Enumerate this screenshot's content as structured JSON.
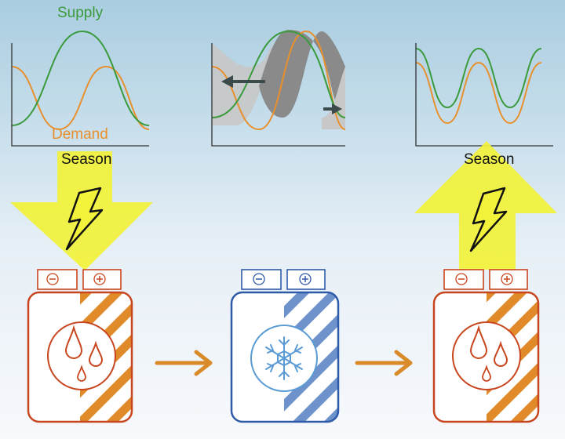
{
  "labels": {
    "supply": "Supply",
    "demand": "Demand",
    "season_left": "Season",
    "season_right": "Season"
  },
  "colors": {
    "supply": "#3a9a3c",
    "demand": "#e8902e",
    "warm_battery": "#c8461f",
    "cold_battery": "#2f5aa8",
    "hatch_warm": "#e08a2a",
    "hatch_cold": "#6e93cc",
    "energy_arrow": "#f2f23a",
    "flow_arrow": "#d98b2a",
    "shift_arrow": "#3b4a4a",
    "shade_light": "#c8c8c8",
    "shade_dark": "#8a8a8a"
  },
  "icons": {
    "left_arrow": "lightning-bolt-icon",
    "right_arrow": "lightning-bolt-icon",
    "warm_battery": "heat-droplets-icon",
    "cold_battery": "snowflake-icon",
    "terminal_minus": "minus-icon",
    "terminal_plus": "plus-icon"
  }
}
